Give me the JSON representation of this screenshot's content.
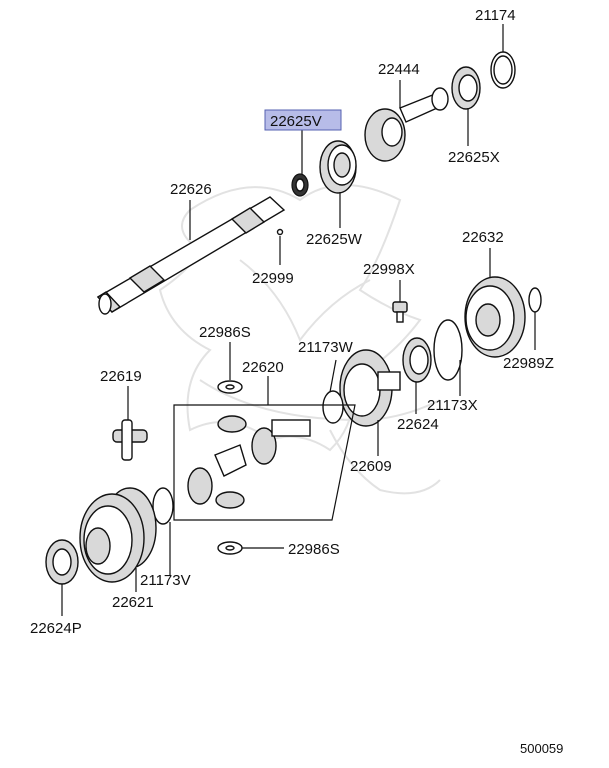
{
  "diagram": {
    "highlighted_part": "22625V",
    "labels": {
      "p21174": "21174",
      "p22444": "22444",
      "p22625V": "22625V",
      "p22625X": "22625X",
      "p22626": "22626",
      "p22625W": "22625W",
      "p22632": "22632",
      "p22999": "22999",
      "p22998X": "22998X",
      "p22989Z": "22989Z",
      "p22986S_top": "22986S",
      "p21173W": "21173W",
      "p22620": "22620",
      "p22619": "22619",
      "p21173X": "21173X",
      "p22624": "22624",
      "p22609": "22609",
      "p22986S_bottom": "22986S",
      "p21173V": "21173V",
      "p22621": "22621",
      "p22624P": "22624P"
    },
    "diagram_code": "500059"
  }
}
